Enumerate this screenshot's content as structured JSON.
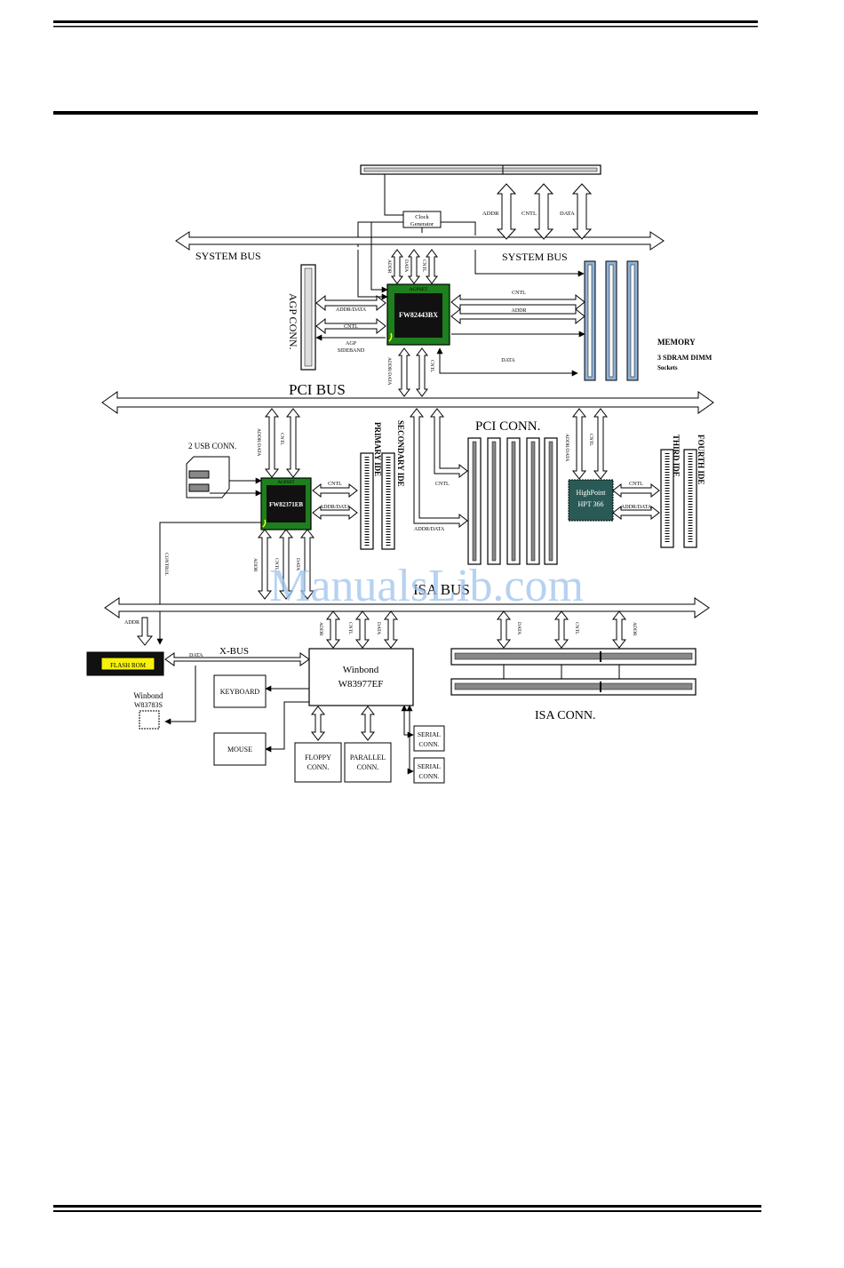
{
  "labels": {
    "clock": [
      "Clock",
      "Generator"
    ],
    "system_bus_left": "SYSTEM BUS",
    "system_bus_right": "SYSTEM BUS",
    "agp_conn": "AGP CONN.",
    "north_chip_top": "AGPSET",
    "north_chip": "FW82443BX",
    "north_addr": "ADDR",
    "north_data": "DATA",
    "north_cntl": "CNTL",
    "agp_addr_data": "ADDR/DATA",
    "agp_cntl": "CNTL",
    "agp_sideband": [
      "AGP",
      "SIDEBAND"
    ],
    "mem_cntl": "CNTL",
    "mem_addr": "ADDR",
    "mem_data": "DATA",
    "memory_title": "MEMORY",
    "memory_sub": [
      "3 SDRAM DIMM",
      "Sockets"
    ],
    "cpu_addr": "ADDR",
    "cpu_cntl": "CNTL",
    "cpu_data": "DATA",
    "north_pci_addrdata": "ADDR/DATA",
    "north_pci_cntl": "CNTL",
    "pci_bus": "PCI BUS",
    "south_addrdata": "ADDR/DATA",
    "south_cntl": "CNTL",
    "usb_conn": "2 USB CONN.",
    "south_chip_top": "AGPSET",
    "south_chip": "FW82371EB",
    "south_ide_cntl": "CNTL",
    "south_ide_addrdata": "ADDR/DATA",
    "primary_ide": "PRIMARY IDE",
    "secondary_ide": "SECONDARY IDE",
    "pci_conn": "PCI CONN.",
    "pci_cntl": "CNTL",
    "pci_addrdata": "ADDR/DATA",
    "hpt_addrdata": "ADDR/DATA",
    "hpt_cntl": "CNTL",
    "hpt_chip": [
      "HighPoint",
      "HPT 366"
    ],
    "hpt_ide_cntl": "CNTL",
    "hpt_ide_addrdata": "ADDR/DATA",
    "third_ide": "THIRD IDE",
    "fourth_ide": "FOURTH IDE",
    "control": "CONTROL",
    "south_isa_addr": "ADDR",
    "south_isa_cntl": "CNTL",
    "south_isa_data": "DATA",
    "isa_bus": "ISA BUS",
    "flash_addr": "ADDR",
    "flash_rom": "FLASH ROM",
    "xbus_data": "DATA",
    "x_bus": "X-BUS",
    "winbond_small": [
      "Winbond",
      "W83783S"
    ],
    "keyboard": "KEYBOARD",
    "mouse": "MOUSE",
    "sio_addr": "ADDR",
    "sio_cntl": "CNTL",
    "sio_data": "DATA",
    "winbond_sio": [
      "Winbond",
      "W83977EF"
    ],
    "floppy": [
      "FLOPPY",
      "CONN."
    ],
    "parallel": [
      "PARALLEL",
      "CONN."
    ],
    "serial1": [
      "SERIAL",
      "CONN."
    ],
    "serial2": [
      "SERIAL",
      "CONN."
    ],
    "isa_data": "DATA",
    "isa_cntl": "CNTL",
    "isa_addr": "ADDR",
    "isa_conn": "ISA CONN.",
    "watermark": "ManualsLib.com"
  },
  "colors": {
    "north_chip_fill": "#1e7f1e",
    "south_chip_fill": "#1e7f1e",
    "hpt_chip_fill": "#2a5a55",
    "flash_fill": "#f5f10a",
    "dimm_fill": "#8fb3d8",
    "watermark": "#9ec3ec"
  }
}
